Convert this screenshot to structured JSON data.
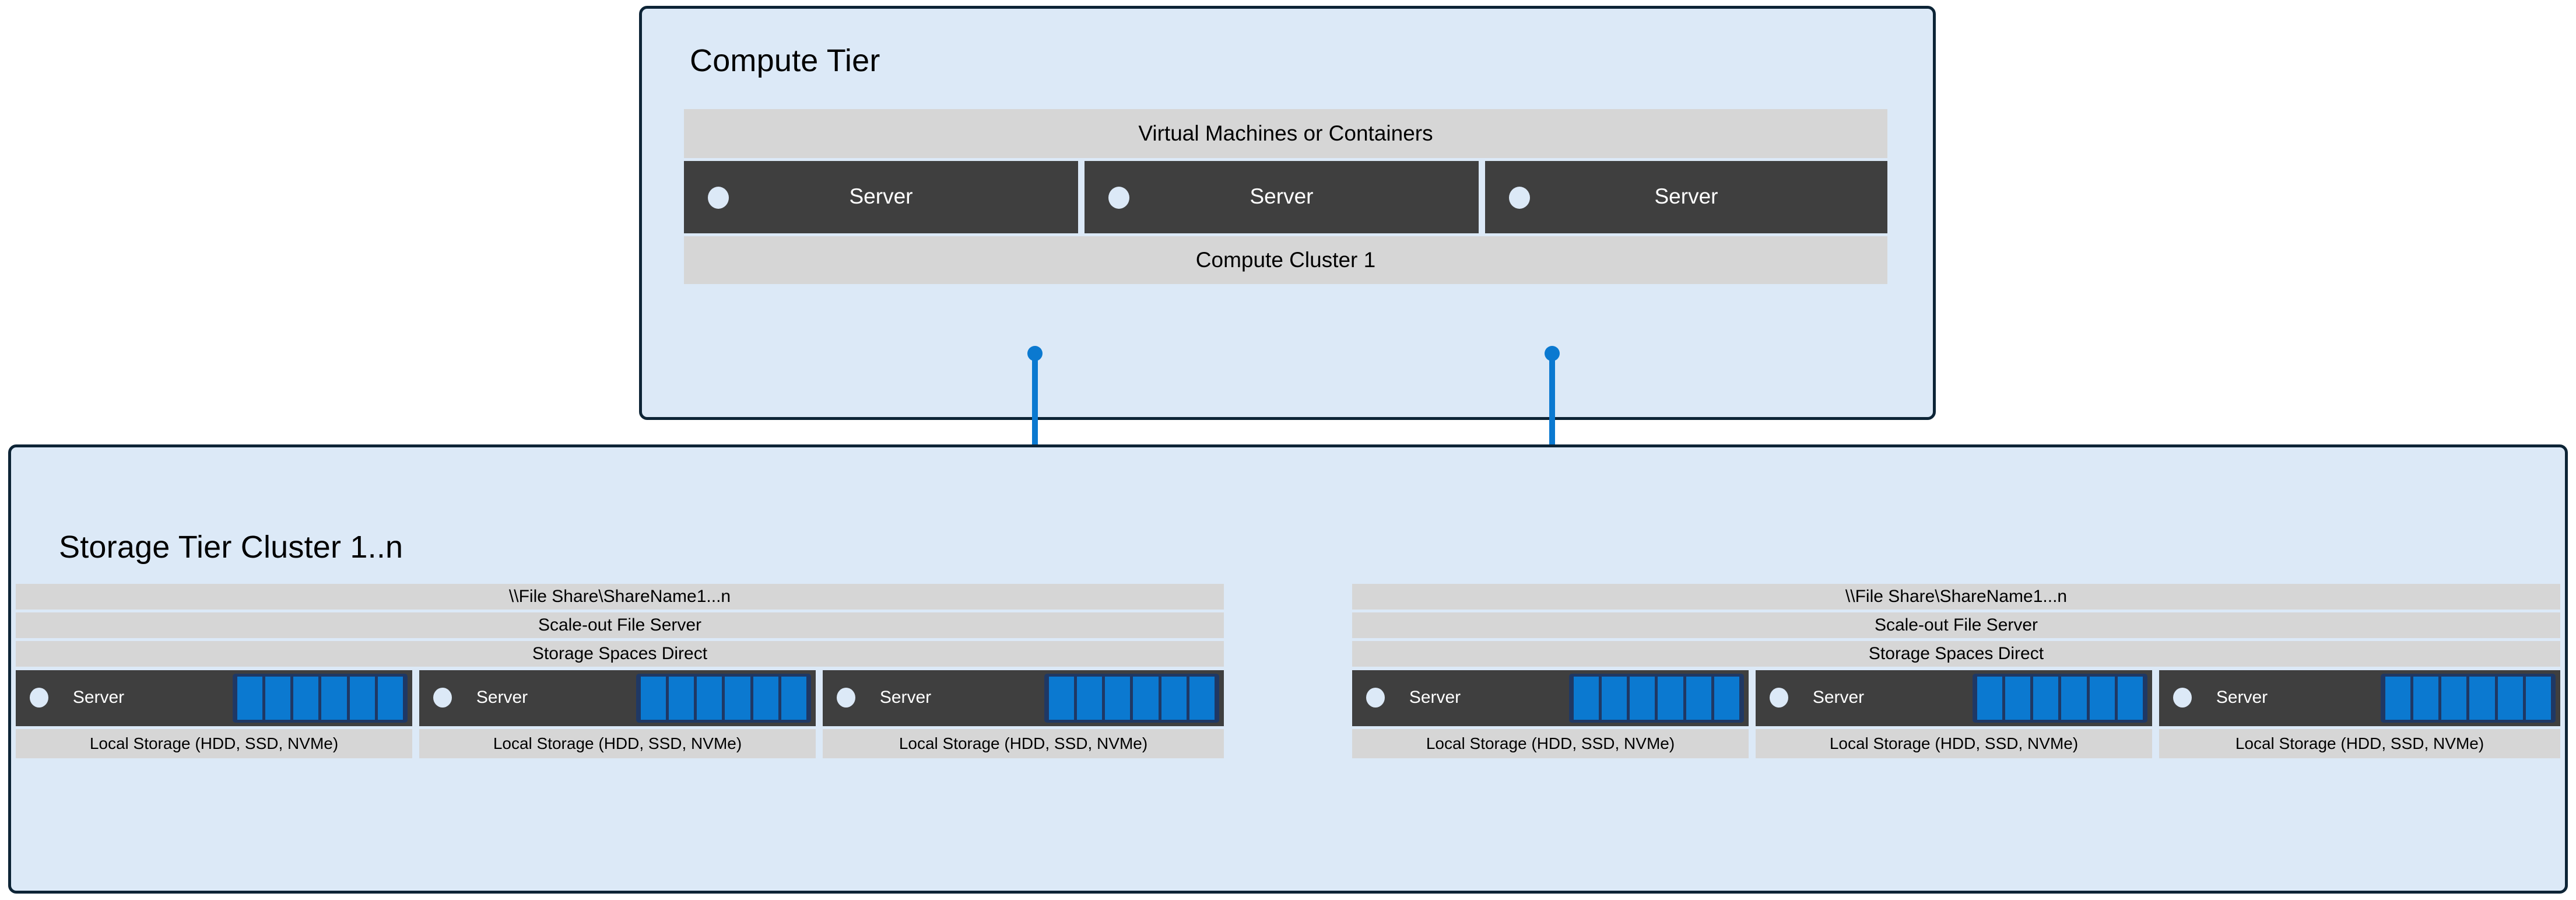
{
  "diagram": {
    "title_compute": "Compute Tier",
    "title_storage": "Storage Tier Cluster 1..n",
    "colors": {
      "tier_fill": "#dce9f7",
      "tier_border": "#0d2436",
      "band_fill": "#d6d6d6",
      "server_fill": "#3f3f3f",
      "accent_blue": "#0b79d0",
      "disk_frame": "#1f3864",
      "led": "#dce9f7",
      "page_background": "#ffffff"
    }
  },
  "compute_tier": {
    "title": "Compute Tier",
    "top_band": "Virtual Machines or Containers",
    "bottom_band": "Compute Cluster 1",
    "servers": [
      {
        "label": "Server"
      },
      {
        "label": "Server"
      },
      {
        "label": "Server"
      }
    ]
  },
  "storage_tier": {
    "title": "Storage Tier Cluster 1..n",
    "clusters": [
      {
        "bands": [
          "\\\\File Share\\ShareName1...n",
          "Scale-out File Server",
          "Storage Spaces Direct"
        ],
        "nodes": [
          {
            "label": "Server",
            "storage_label": "Local Storage (HDD, SSD, NVMe)",
            "disk_count": 6
          },
          {
            "label": "Server",
            "storage_label": "Local Storage (HDD, SSD, NVMe)",
            "disk_count": 6
          },
          {
            "label": "Server",
            "storage_label": "Local Storage (HDD, SSD, NVMe)",
            "disk_count": 6
          }
        ]
      },
      {
        "bands": [
          "\\\\File Share\\ShareName1...n",
          "Scale-out File Server",
          "Storage Spaces Direct"
        ],
        "nodes": [
          {
            "label": "Server",
            "storage_label": "Local Storage (HDD, SSD, NVMe)",
            "disk_count": 6
          },
          {
            "label": "Server",
            "storage_label": "Local Storage (HDD, SSD, NVMe)",
            "disk_count": 6
          },
          {
            "label": "Server",
            "storage_label": "Local Storage (HDD, SSD, NVMe)",
            "disk_count": 6
          }
        ]
      }
    ]
  },
  "connectors": [
    {
      "name": "compute-to-storage-left",
      "icon": "folder-icon"
    },
    {
      "name": "compute-to-storage-right",
      "icon": "folder-icon"
    }
  ]
}
